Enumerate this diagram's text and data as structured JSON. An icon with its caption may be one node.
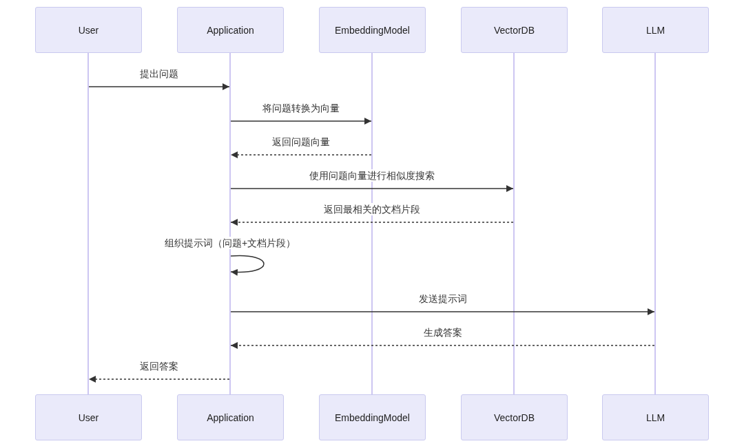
{
  "diagram": {
    "nodes": [
      {
        "text": [
          "User"
        ]
      },
      {
        "text": [
          "Application"
        ]
      },
      {
        "text": [
          "EmbeddingModel"
        ]
      },
      {
        "text": [
          "VectorDB"
        ]
      },
      {
        "text": [
          "LLM"
        ]
      },
      {
        "text": [
          "User"
        ]
      },
      {
        "text": [
          "Application"
        ]
      },
      {
        "text": [
          "EmbeddingModel"
        ]
      },
      {
        "text": [
          "VectorDB"
        ]
      },
      {
        "text": [
          "LLM"
        ]
      },
      {
        "text": [],
        "shape": "line"
      },
      {
        "text": [],
        "shape": "line"
      },
      {
        "text": [],
        "shape": "line"
      },
      {
        "text": [],
        "shape": "line"
      },
      {
        "text": [],
        "shape": "line"
      }
    ],
    "edges": [
      {
        "from": 10,
        "to": 11,
        "arrow": "to",
        "label": "提出问题"
      },
      {
        "from": 11,
        "to": 12,
        "arrow": "to",
        "label": "将问题转换为向量"
      },
      {
        "from": 12,
        "to": 11,
        "arrow": "to",
        "label": "返回问题向量",
        "style": "dashed"
      },
      {
        "from": 11,
        "to": 13,
        "arrow": "to",
        "label": "使用问题向量进行相似度搜索"
      },
      {
        "from": 13,
        "to": 11,
        "arrow": "to",
        "label": "返回最相关的文档片段",
        "style": "dashed"
      },
      {
        "from": 11,
        "to": 11,
        "arrow": "to",
        "label": "组织提示词（问题+文档片段）"
      },
      {
        "from": 11,
        "to": 14,
        "arrow": "to",
        "label": "发送提示词"
      },
      {
        "from": 14,
        "to": 11,
        "arrow": "to",
        "label": "生成答案",
        "style": "dashed"
      },
      {
        "from": 11,
        "to": 10,
        "arrow": "to",
        "label": "返回答案",
        "style": "dashed"
      }
    ]
  }
}
